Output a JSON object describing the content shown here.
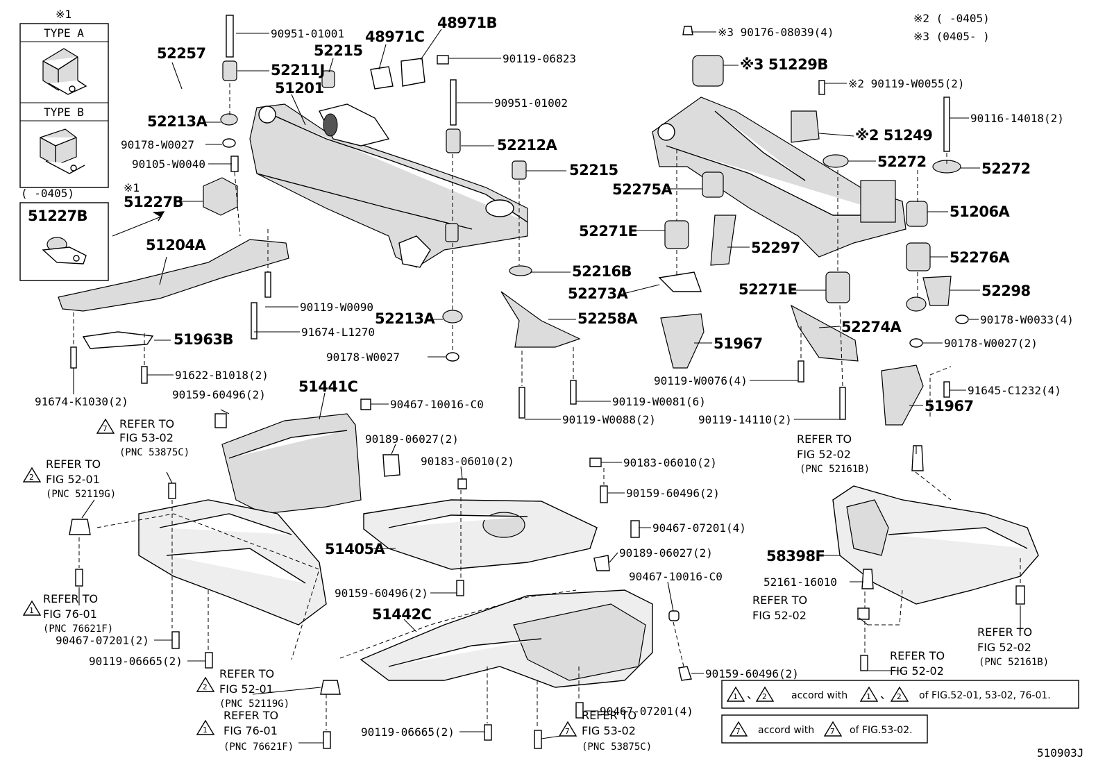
{
  "figure_id": "510903J",
  "type_box": {
    "note_mark": "※1",
    "type_a": "TYPE A",
    "type_b": "TYPE B",
    "date_range": "(      -0405)",
    "part": "51227B"
  },
  "notes": {
    "note2": "※2 (      -0405)",
    "note3": "※3 (0405-      )"
  },
  "callouts": [
    {
      "id": "c1",
      "text": "90951-01001"
    },
    {
      "id": "c2",
      "text": "52257"
    },
    {
      "id": "c3",
      "text": "52215"
    },
    {
      "id": "c4",
      "text": "52211J"
    },
    {
      "id": "c5",
      "text": "51201"
    },
    {
      "id": "c6",
      "text": "48971C"
    },
    {
      "id": "c7",
      "text": "48971B"
    },
    {
      "id": "c8",
      "text": "90119-06823"
    },
    {
      "id": "c9",
      "text": "90951-01002"
    },
    {
      "id": "c10",
      "text": "52213A"
    },
    {
      "id": "c11",
      "text": "90178-W0027"
    },
    {
      "id": "c12",
      "text": "90105-W0040"
    },
    {
      "id": "c13",
      "text": "52212A"
    },
    {
      "id": "c14",
      "text": "52215"
    },
    {
      "id": "c15",
      "text": "※1"
    },
    {
      "id": "c16",
      "text": "51227B"
    },
    {
      "id": "c17",
      "text": "51204A"
    },
    {
      "id": "c18",
      "text": "90119-W0090"
    },
    {
      "id": "c19",
      "text": "91674-L1270"
    },
    {
      "id": "c20",
      "text": "51963B"
    },
    {
      "id": "c21",
      "text": "91622-B1018(2)"
    },
    {
      "id": "c22",
      "text": "91674-K1030(2)"
    },
    {
      "id": "c23",
      "text": "52213A"
    },
    {
      "id": "c24",
      "text": "90178-W0027"
    },
    {
      "id": "c25",
      "text": "52216B"
    },
    {
      "id": "c26",
      "text": "52258A"
    },
    {
      "id": "c27",
      "text": "90119-W0081(6)"
    },
    {
      "id": "c28",
      "text": "90119-W0088(2)"
    },
    {
      "id": "c29",
      "text": "※3 90176-08039(4)"
    },
    {
      "id": "c30",
      "text": "※3 51229B"
    },
    {
      "id": "c31",
      "text": "※2 90119-W0055(2)"
    },
    {
      "id": "c32",
      "text": "90116-14018(2)"
    },
    {
      "id": "c33",
      "text": "※2 51249"
    },
    {
      "id": "c34",
      "text": "52272"
    },
    {
      "id": "c35",
      "text": "52272"
    },
    {
      "id": "c36",
      "text": "52275A"
    },
    {
      "id": "c37",
      "text": "51206A"
    },
    {
      "id": "c38",
      "text": "52271E"
    },
    {
      "id": "c39",
      "text": "52297"
    },
    {
      "id": "c40",
      "text": "52276A"
    },
    {
      "id": "c41",
      "text": "52273A"
    },
    {
      "id": "c42",
      "text": "52271E"
    },
    {
      "id": "c43",
      "text": "52298"
    },
    {
      "id": "c44",
      "text": "90178-W0033(4)"
    },
    {
      "id": "c45",
      "text": "52274A"
    },
    {
      "id": "c46",
      "text": "90178-W0027(2)"
    },
    {
      "id": "c47",
      "text": "51967"
    },
    {
      "id": "c48",
      "text": "90119-W0076(4)"
    },
    {
      "id": "c49",
      "text": "91645-C1232(4)"
    },
    {
      "id": "c50",
      "text": "51967"
    },
    {
      "id": "c51",
      "text": "90119-14110(2)"
    },
    {
      "id": "c52",
      "text": "51441C"
    },
    {
      "id": "c53",
      "text": "90159-60496(2)"
    },
    {
      "id": "c54",
      "text": "90467-10016-C0"
    },
    {
      "id": "c55",
      "text": "90189-06027(2)"
    },
    {
      "id": "c56",
      "text": "90183-06010(2)"
    },
    {
      "id": "c57",
      "text": "90183-06010(2)"
    },
    {
      "id": "c58",
      "text": "90159-60496(2)"
    },
    {
      "id": "c59",
      "text": "90467-07201(4)"
    },
    {
      "id": "c60",
      "text": "51405A"
    },
    {
      "id": "c61",
      "text": "90189-06027(2)"
    },
    {
      "id": "c62",
      "text": "90159-60496(2)"
    },
    {
      "id": "c63",
      "text": "90467-10016-C0"
    },
    {
      "id": "c64",
      "text": "51442C"
    },
    {
      "id": "c65",
      "text": "90467-07201(2)"
    },
    {
      "id": "c66",
      "text": "90119-06665(2)"
    },
    {
      "id": "c67",
      "text": "90159-60496(2)"
    },
    {
      "id": "c68",
      "text": "90119-06665(2)"
    },
    {
      "id": "c69",
      "text": "90467-07201(4)"
    },
    {
      "id": "c70",
      "text": "58398F"
    },
    {
      "id": "c71",
      "text": "52161-16010"
    }
  ],
  "refs": [
    {
      "id": "r1",
      "mark": "7",
      "lines": [
        "REFER TO",
        "FIG 53-02",
        "(PNC 53875C)"
      ]
    },
    {
      "id": "r2",
      "mark": "2",
      "lines": [
        "REFER TO",
        "FIG 52-01",
        "(PNC 52119G)"
      ]
    },
    {
      "id": "r3",
      "mark": "1",
      "lines": [
        "REFER TO",
        "FIG 76-01",
        "(PNC 76621F)"
      ]
    },
    {
      "id": "r4",
      "mark": "2",
      "lines": [
        "REFER TO",
        "FIG 52-01",
        "(PNC 52119G)"
      ]
    },
    {
      "id": "r5",
      "mark": "1",
      "lines": [
        "REFER TO",
        "FIG 76-01",
        "(PNC 76621F)"
      ]
    },
    {
      "id": "r6",
      "mark": "7",
      "lines": [
        "REFER TO",
        "FIG 53-02",
        "(PNC 53875C)"
      ]
    },
    {
      "id": "r7",
      "mark": "",
      "lines": [
        "REFER TO",
        "FIG 52-02",
        "(PNC 52161B)"
      ]
    },
    {
      "id": "r8",
      "mark": "",
      "lines": [
        "REFER TO",
        "FIG 52-02"
      ]
    },
    {
      "id": "r9",
      "mark": "",
      "lines": [
        "REFER TO",
        "FIG 52-02"
      ]
    },
    {
      "id": "r10",
      "mark": "",
      "lines": [
        "REFER TO",
        "FIG 52-02",
        "(PNC 52161B)"
      ]
    }
  ],
  "legend": {
    "row1": {
      "marks_a": [
        "1",
        "2"
      ],
      "text": "accord with",
      "marks_b": [
        "1",
        "2"
      ],
      "tail": "of FIG.52-01, 53-02, 76-01."
    },
    "row2": {
      "marks_a": [
        "7"
      ],
      "text": "accord with",
      "marks_b": [
        "7"
      ],
      "tail": "of FIG.53-02."
    }
  }
}
